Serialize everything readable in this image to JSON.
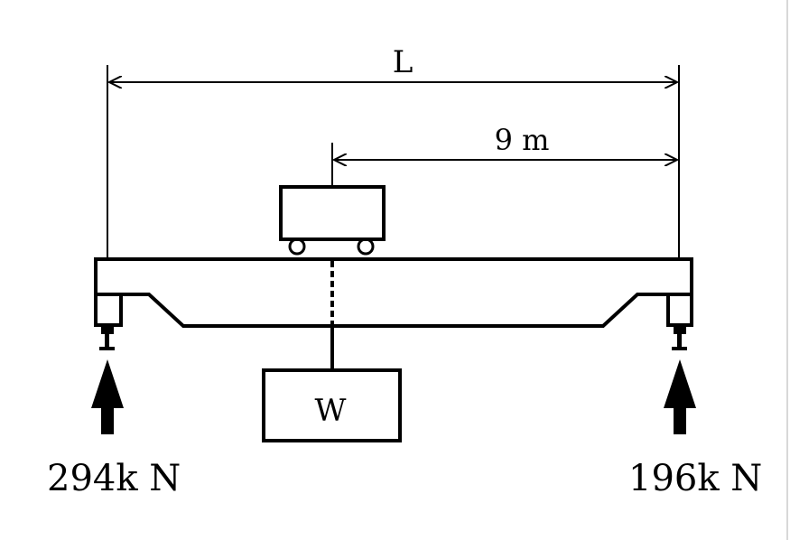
{
  "diagram": {
    "span_label": "L",
    "distance_label": "9 m",
    "load_label": "W",
    "left_reaction_label": "294k N",
    "right_reaction_label": "196k N"
  }
}
